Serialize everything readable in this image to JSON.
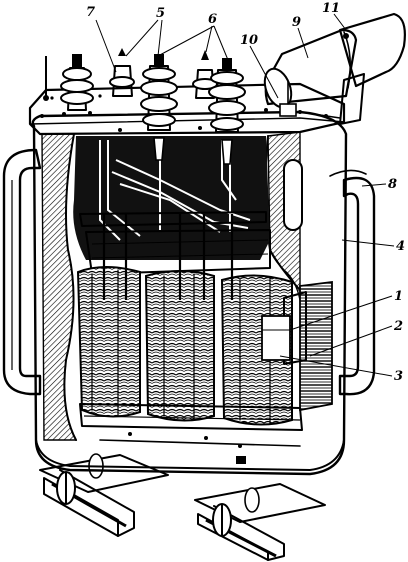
{
  "figure": {
    "subject": "cutaway drawing of a three-phase oil-immersed power transformer",
    "callouts": [
      {
        "id": "c1",
        "text": "1"
      },
      {
        "id": "c2",
        "text": "2"
      },
      {
        "id": "c3",
        "text": "3"
      },
      {
        "id": "c4",
        "text": "4"
      },
      {
        "id": "c5",
        "text": "5"
      },
      {
        "id": "c6",
        "text": "6"
      },
      {
        "id": "c7",
        "text": "7"
      },
      {
        "id": "c8",
        "text": "8"
      },
      {
        "id": "c9",
        "text": "9"
      },
      {
        "id": "c10",
        "text": "10"
      },
      {
        "id": "c11",
        "text": "11"
      }
    ]
  },
  "style": {
    "ink": "#000000",
    "paper": "#ffffff",
    "shadow": "#111111"
  }
}
